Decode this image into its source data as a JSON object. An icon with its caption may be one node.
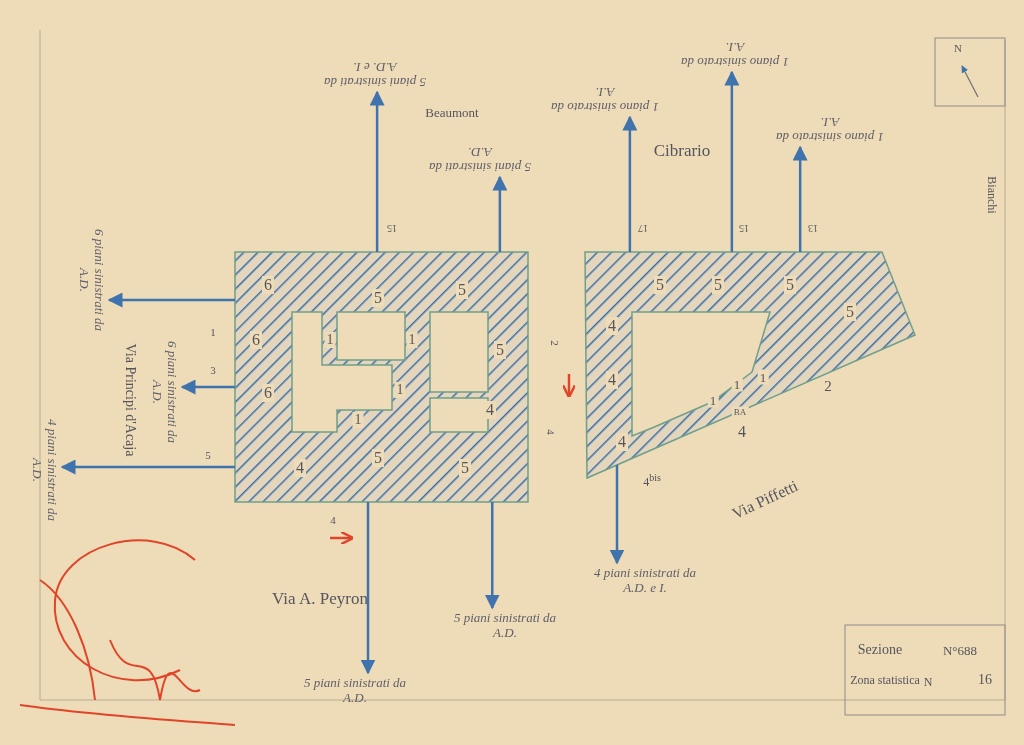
{
  "diagram": {
    "nodes": [
      {
        "text": [],
        "shape": "picture"
      },
      {
        "text": [],
        "shape": "picture"
      },
      {
        "text": [
          "5 piani sinistrati da A.D. e I."
        ]
      },
      {
        "text": [
          "5 piani sinistrati da A.D."
        ]
      },
      {
        "text": [
          "1 piano sinistrato da A.I."
        ]
      },
      {
        "text": [
          "1 piano sinistrato da A.I."
        ]
      },
      {
        "text": [
          "1 piano sinistrato da A.I."
        ]
      },
      {
        "text": [
          "6 piani sinistrati da A.D."
        ]
      },
      {
        "text": [
          "6 piani sinistrati da A.D."
        ]
      },
      {
        "text": [
          "4 piani sinistrati da A.D."
        ]
      },
      {
        "text": [
          "5 piani sinistrati da A.D."
        ]
      },
      {
        "text": [
          "5 piani sinistrati da A.D."
        ]
      },
      {
        "text": [
          "4 piani sinistrati da A.D. e I."
        ]
      }
    ],
    "edges": [
      {
        "from": 0,
        "to": 2,
        "arrow": "to"
      },
      {
        "from": 0,
        "to": 3,
        "arrow": "to"
      },
      {
        "from": 1,
        "to": 4,
        "arrow": "to"
      },
      {
        "from": 1,
        "to": 5,
        "arrow": "to"
      },
      {
        "from": 1,
        "to": 6,
        "arrow": "to"
      },
      {
        "from": 0,
        "to": 7,
        "arrow": "to"
      },
      {
        "from": 0,
        "to": 8,
        "arrow": "to"
      },
      {
        "from": 0,
        "to": 9,
        "arrow": "to"
      },
      {
        "from": 0,
        "to": 10,
        "arrow": "to"
      },
      {
        "from": 0,
        "to": 11,
        "arrow": "to"
      },
      {
        "from": 1,
        "to": 12,
        "arrow": "to"
      }
    ],
    "labels": [
      "N",
      "Beaumont",
      "Cibrario",
      "Bianchi",
      "15",
      "17",
      "15",
      "13",
      "6",
      "5",
      "5",
      "6",
      "1",
      "1",
      "5",
      "6",
      "1",
      "4",
      "1",
      "4",
      "5",
      "5",
      "1",
      "3",
      "5",
      "4",
      "5",
      "5",
      "5",
      "5",
      "4",
      "2",
      "4",
      "4",
      "4",
      "1",
      "1",
      "1",
      "2",
      "BA",
      "4",
      "4$^{bis}$",
      "Via Principi d'Acaja",
      "Via A. Peyron",
      "Via Piffetti",
      "Sezione",
      "N°688",
      "Zona statistica",
      "N",
      "16"
    ]
  }
}
